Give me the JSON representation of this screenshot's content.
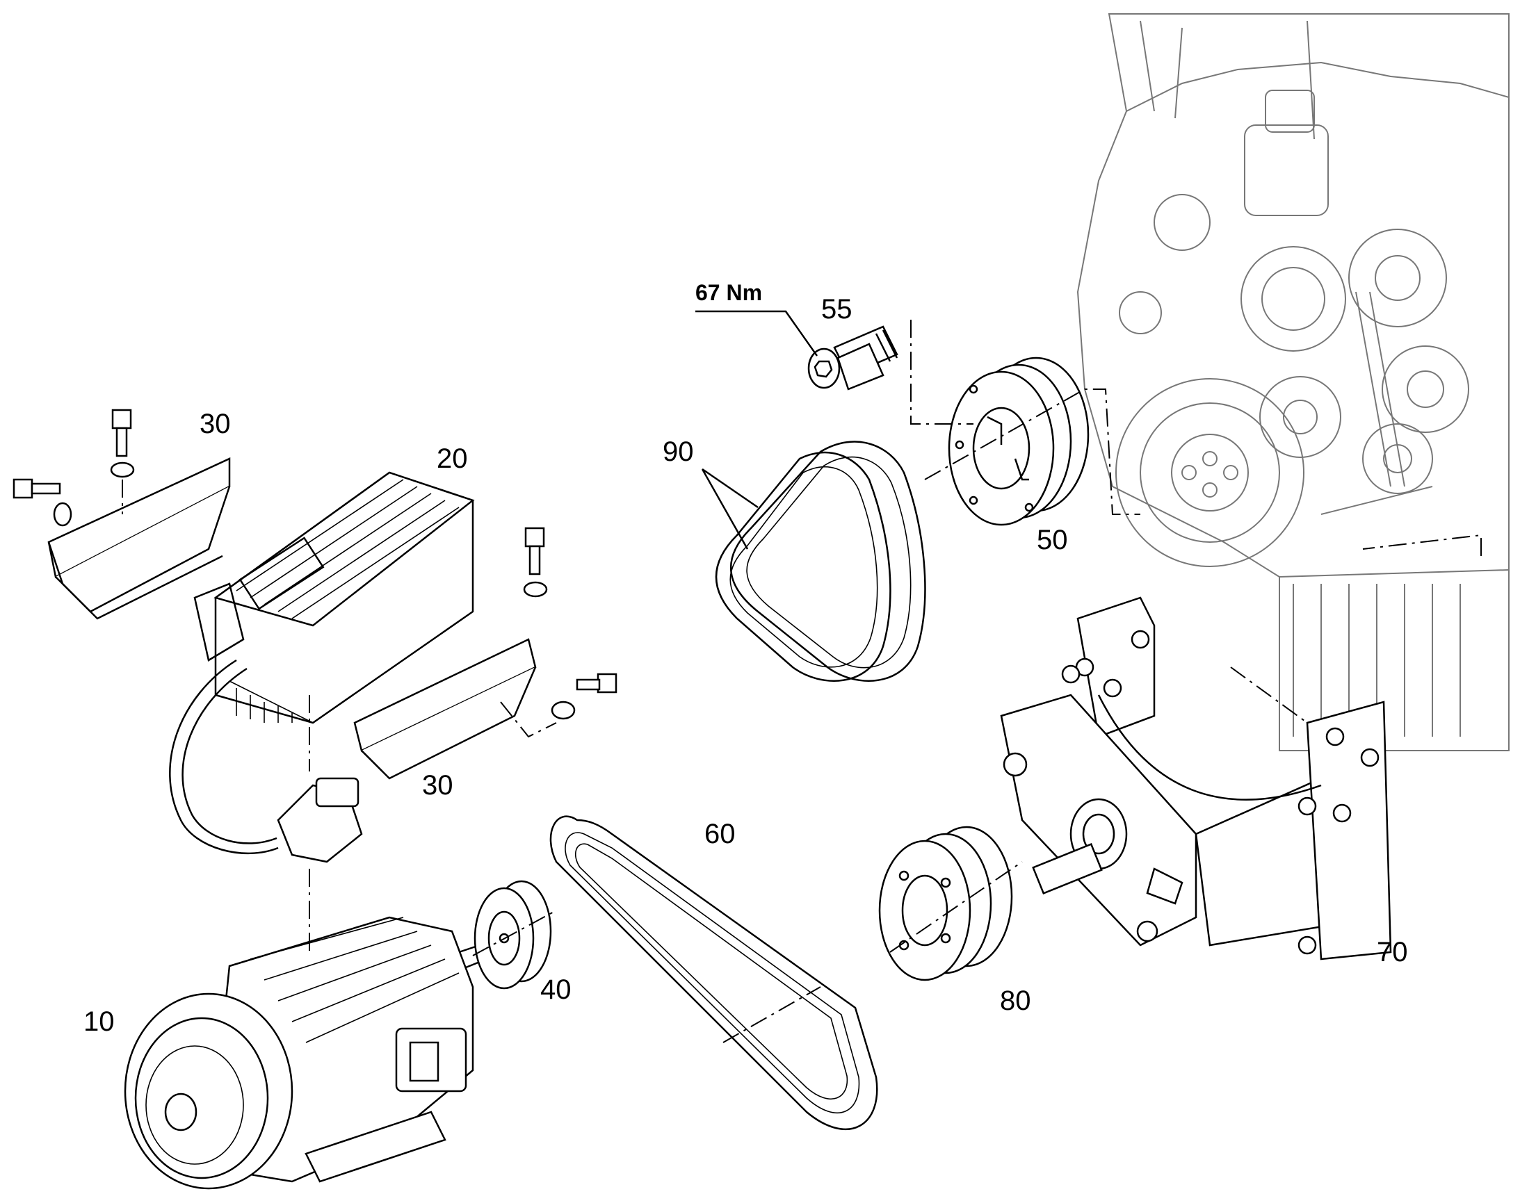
{
  "diagram": {
    "callouts": [
      {
        "id": "10",
        "text": "10"
      },
      {
        "id": "20",
        "text": "20"
      },
      {
        "id": "30a",
        "text": "30"
      },
      {
        "id": "30b",
        "text": "30"
      },
      {
        "id": "40",
        "text": "40"
      },
      {
        "id": "50",
        "text": "50"
      },
      {
        "id": "55",
        "text": "55"
      },
      {
        "id": "60",
        "text": "60"
      },
      {
        "id": "70",
        "text": "70"
      },
      {
        "id": "80",
        "text": "80"
      },
      {
        "id": "90",
        "text": "90"
      }
    ],
    "torque_note": "67 Nm"
  }
}
